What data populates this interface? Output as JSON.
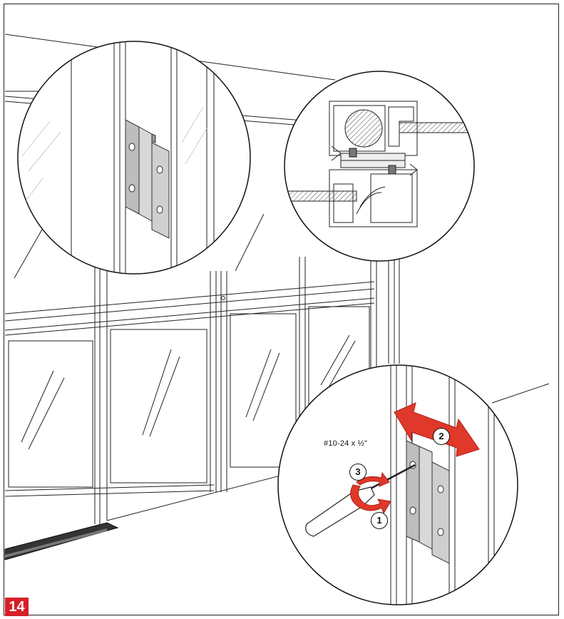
{
  "step_number": "14",
  "fastener_label": "#10-24 x ½\"",
  "callouts": {
    "one": "1",
    "two": "2",
    "three": "3"
  },
  "colors": {
    "badge": "#d71f26",
    "arrow": "#e0382a",
    "hinge": "#d0d0d0",
    "line": "#111111"
  }
}
